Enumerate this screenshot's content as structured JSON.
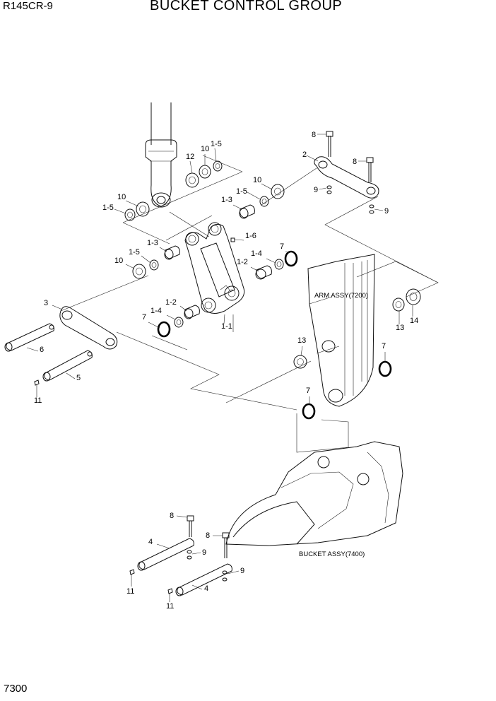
{
  "header": {
    "model": "R145CR-9",
    "title": "BUCKET CONTROL GROUP"
  },
  "footer": {
    "page_number": "7300"
  },
  "assembly_notes": {
    "arm": "ARM ASSY(7200)",
    "bucket": "BUCKET ASSY(7400)"
  },
  "callouts": {
    "c1": "8",
    "c2": "2",
    "c3": "8",
    "c4": "9",
    "c5": "9",
    "c6": "12",
    "c7": "10",
    "c8": "1-5",
    "c9": "10",
    "c10": "1-5",
    "c11": "10",
    "c12": "1-5",
    "c13": "1-3",
    "c14": "1-6",
    "c15": "1-3",
    "c16": "1-5",
    "c17": "7",
    "c18": "1-4",
    "c19": "10",
    "c20": "1-2",
    "c21": "3",
    "c22": "1-2",
    "c23": "1-4",
    "c24": "7",
    "c25": "1-1",
    "c26": "6",
    "c27": "5",
    "c28": "11",
    "c29": "13",
    "c30": "14",
    "c31": "13",
    "c32": "7",
    "c33": "7",
    "c34": "8",
    "c35": "4",
    "c36": "8",
    "c37": "9",
    "c38": "9",
    "c39": "11",
    "c40": "4",
    "c41": "11"
  }
}
